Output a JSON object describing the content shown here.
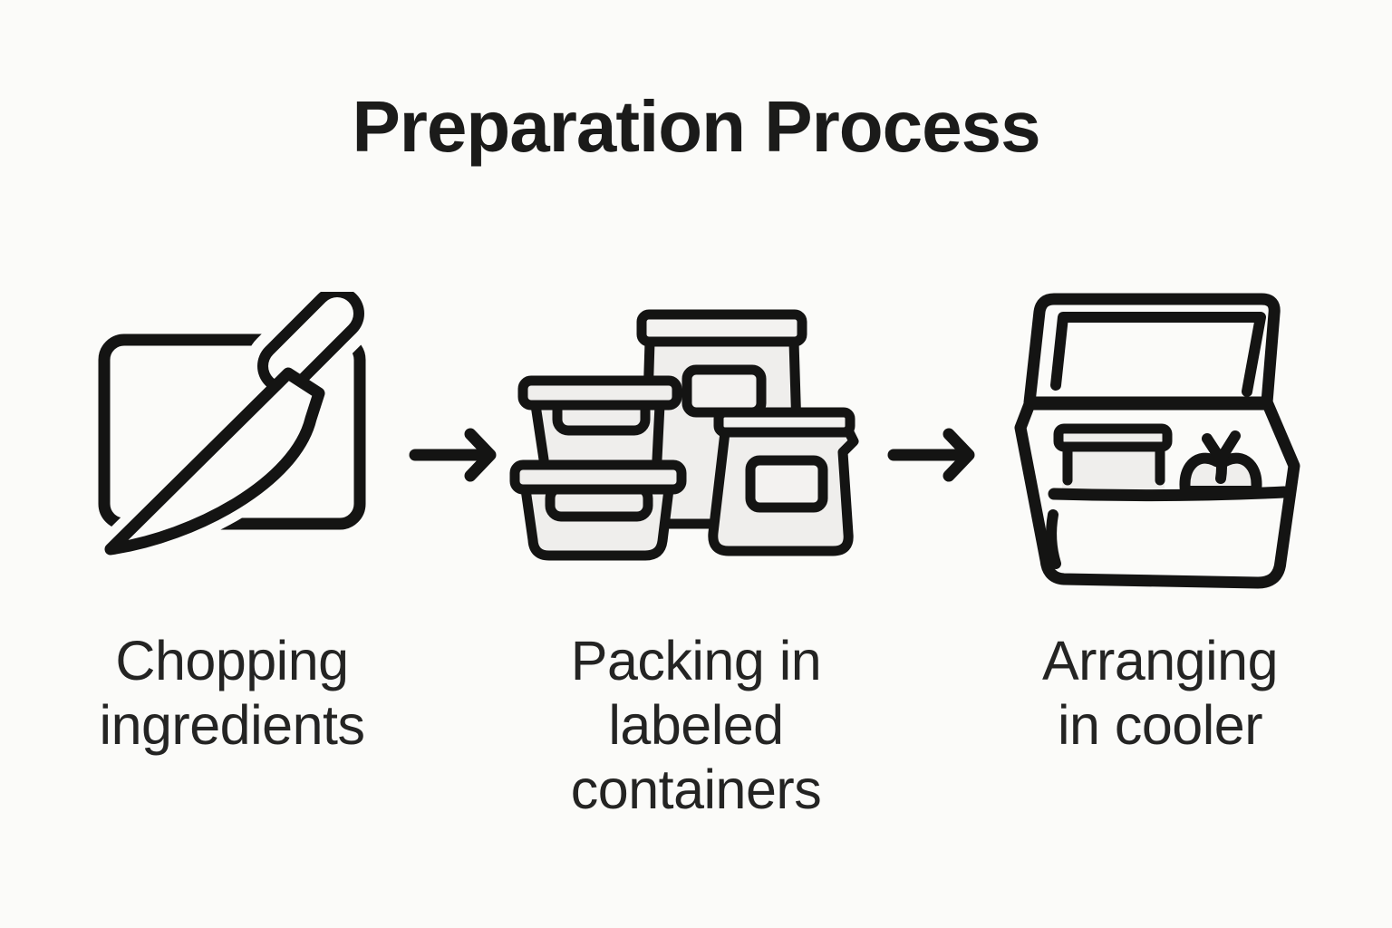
{
  "title": "Preparation Process",
  "colors": {
    "background": "#fbfbf9",
    "ink": "#141413",
    "icon_fill_light": "#efeeec",
    "icon_fill_lighter": "#f3f2f0",
    "text": "#242423"
  },
  "steps": [
    {
      "id": "chopping",
      "label": "Chopping\ningredients",
      "icon": "cutting-board-knife-icon"
    },
    {
      "id": "packing",
      "label": "Packing in\nlabeled\ncontainers",
      "icon": "food-containers-icon"
    },
    {
      "id": "arranging",
      "label": "Arranging\nin cooler",
      "icon": "cooler-icon"
    }
  ],
  "connectors": [
    {
      "icon": "right-arrow-icon"
    },
    {
      "icon": "right-arrow-icon"
    }
  ]
}
